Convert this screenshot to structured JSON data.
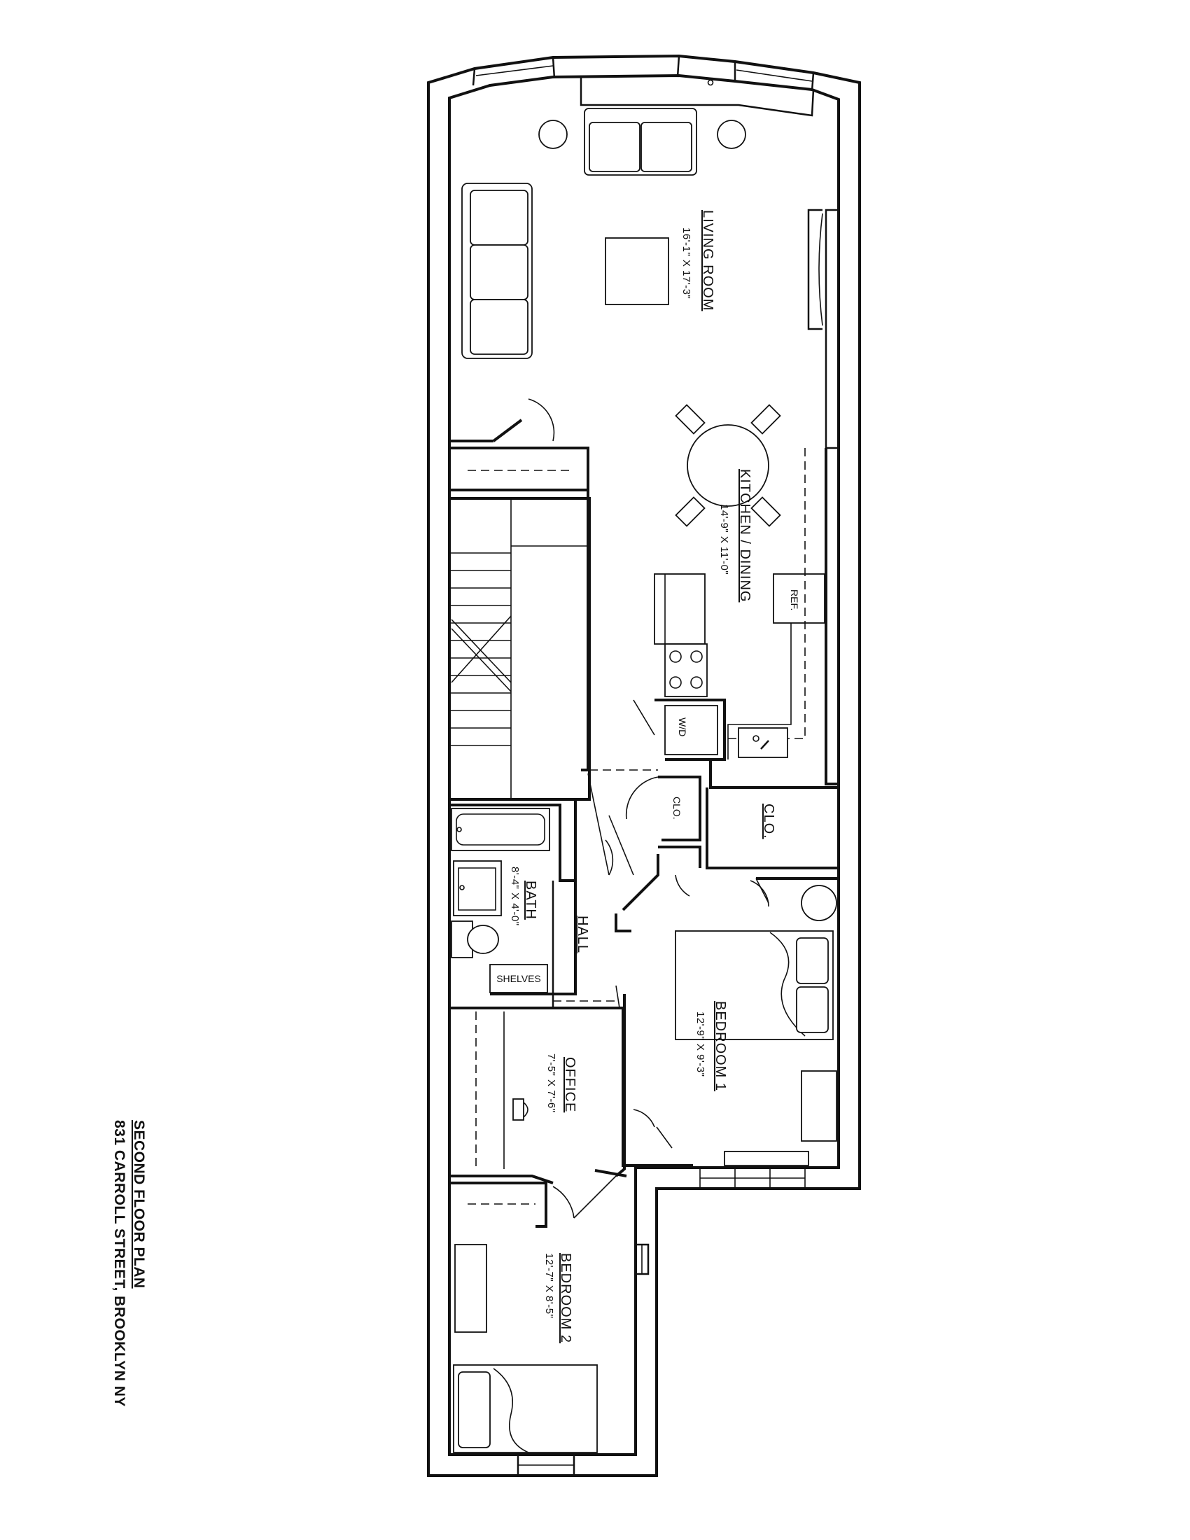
{
  "plan": {
    "title": "SECOND FLOOR PLAN",
    "address": "831 CARROLL STREET, BROOKLYN NY"
  },
  "rooms": {
    "living": {
      "name": "LIVING ROOM",
      "dims": "16'-1\" X 17'-3\""
    },
    "kitchen": {
      "name": "KITCHEN / DINING",
      "dims": "14'-9\" X 11'-0\""
    },
    "bath": {
      "name": "BATH",
      "dims": "8'-4\" X 4'-0\""
    },
    "hall": {
      "name": "HALL"
    },
    "bedroom1": {
      "name": "BEDROOM 1",
      "dims": "12'-9\" X 9'-3\""
    },
    "office": {
      "name": "OFFICE",
      "dims": "7'-5\" X 7'-6\""
    },
    "bedroom2": {
      "name": "BEDROOM 2",
      "dims": "12'-7\" X 8'-5\""
    }
  },
  "labels": {
    "ref": "REF.",
    "wd": "W/D",
    "clo_small": "CLO.",
    "clo_large": "CLO.",
    "shelves": "SHELVES"
  }
}
